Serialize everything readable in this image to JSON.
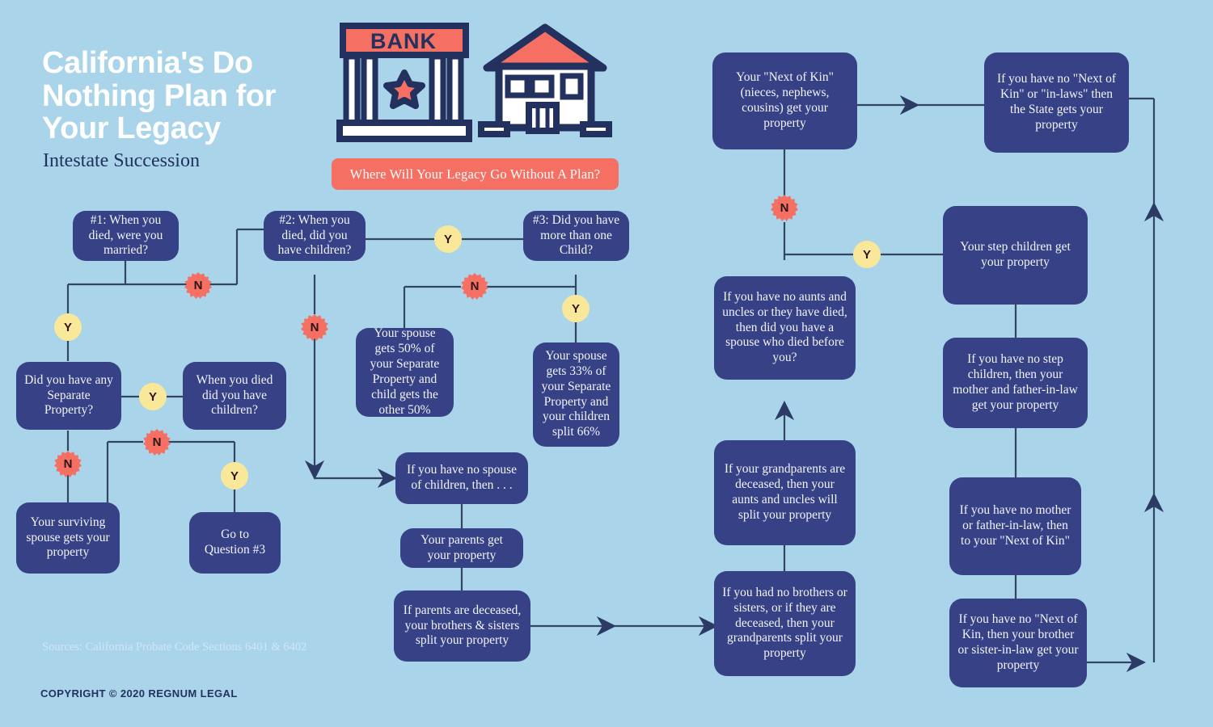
{
  "header": {
    "title": "California's Do Nothing Plan for Your Legacy",
    "subtitle": "Intestate Succession",
    "banner": "Where Will Your Legacy Go Without A Plan?",
    "bank_sign": "BANK"
  },
  "footer": {
    "sources": "Sources: California Probate Code Sections 6401 & 6402",
    "copyright": "COPYRIGHT © 2020 REGNUM LEGAL"
  },
  "colors": {
    "background": "#a9d4ea",
    "node": "#364186",
    "accent_red": "#f56f63",
    "badge_yes": "#fae89a",
    "line": "#33465f",
    "title_text": "#ffffff",
    "subtitle_text": "#23315e"
  },
  "nodes": {
    "q1": "#1: When you died, were you married?",
    "q2": "#2: When you died, did you have children?",
    "q3": "#3: Did you have more than one Child?",
    "separate_property": "Did you have any Separate Property?",
    "children_q": "When you died did you have children?",
    "surviving_spouse": "Your surviving spouse gets your property",
    "goto_q3": "Go to Question #3",
    "spouse_50": "Your spouse gets 50% of your Separate Property and child gets the other 50%",
    "spouse_33": "Your spouse gets 33% of your Separate Property and your children split 66%",
    "no_spouse_children": "If you have no spouse of children, then . . .",
    "parents_get": "Your parents get your property",
    "parents_deceased": "If parents are deceased, your brothers & sisters split your property",
    "no_brothers": "If you had no brothers or sisters, or if they are deceased, then your grandparents split your property",
    "grandparents_deceased": "If your grandparents are deceased, then your aunts and uncles will split your property",
    "no_aunts_uncles": "If you have no aunts and uncles or they have died, then did you have a spouse who died before you?",
    "next_of_kin": "Your \"Next of Kin\" (nieces, nephews, cousins) get your property",
    "state_gets": "If you have no \"Next of Kin\" or \"in-laws\" then the State gets your property",
    "step_children": "Your step children get your property",
    "no_step_children": "If you have no step children, then your mother and father-in-law get your property",
    "no_mother_father": "If you have no mother or father-in-law, then to your \"Next of Kin\"",
    "no_next_of_kin": "If you have no \"Next of Kin, then your brother or sister-in-law get your property"
  },
  "badges": {
    "yes": "Y",
    "no": "N"
  }
}
